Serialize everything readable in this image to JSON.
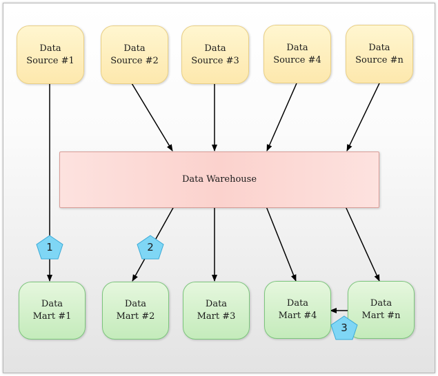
{
  "sources": [
    {
      "label": "Data\nSource #1"
    },
    {
      "label": "Data\nSource #2"
    },
    {
      "label": "Data\nSource #3"
    },
    {
      "label": "Data\nSource #4"
    },
    {
      "label": "Data\nSource #n"
    }
  ],
  "warehouse": {
    "label": "Data Warehouse"
  },
  "marts": [
    {
      "label": "Data\nMart #1"
    },
    {
      "label": "Data\nMart #2"
    },
    {
      "label": "Data\nMart #3"
    },
    {
      "label": "Data\nMart #4"
    },
    {
      "label": "Data\nMart #n"
    }
  ],
  "badges": [
    {
      "number": "1"
    },
    {
      "number": "2"
    },
    {
      "number": "3"
    }
  ],
  "colors": {
    "source_fill": "#fde8ad",
    "warehouse_fill": "#fbd2cd",
    "mart_fill": "#c4ebbb",
    "badge_fill": "#7fd6f5",
    "arrow": "#000000"
  }
}
